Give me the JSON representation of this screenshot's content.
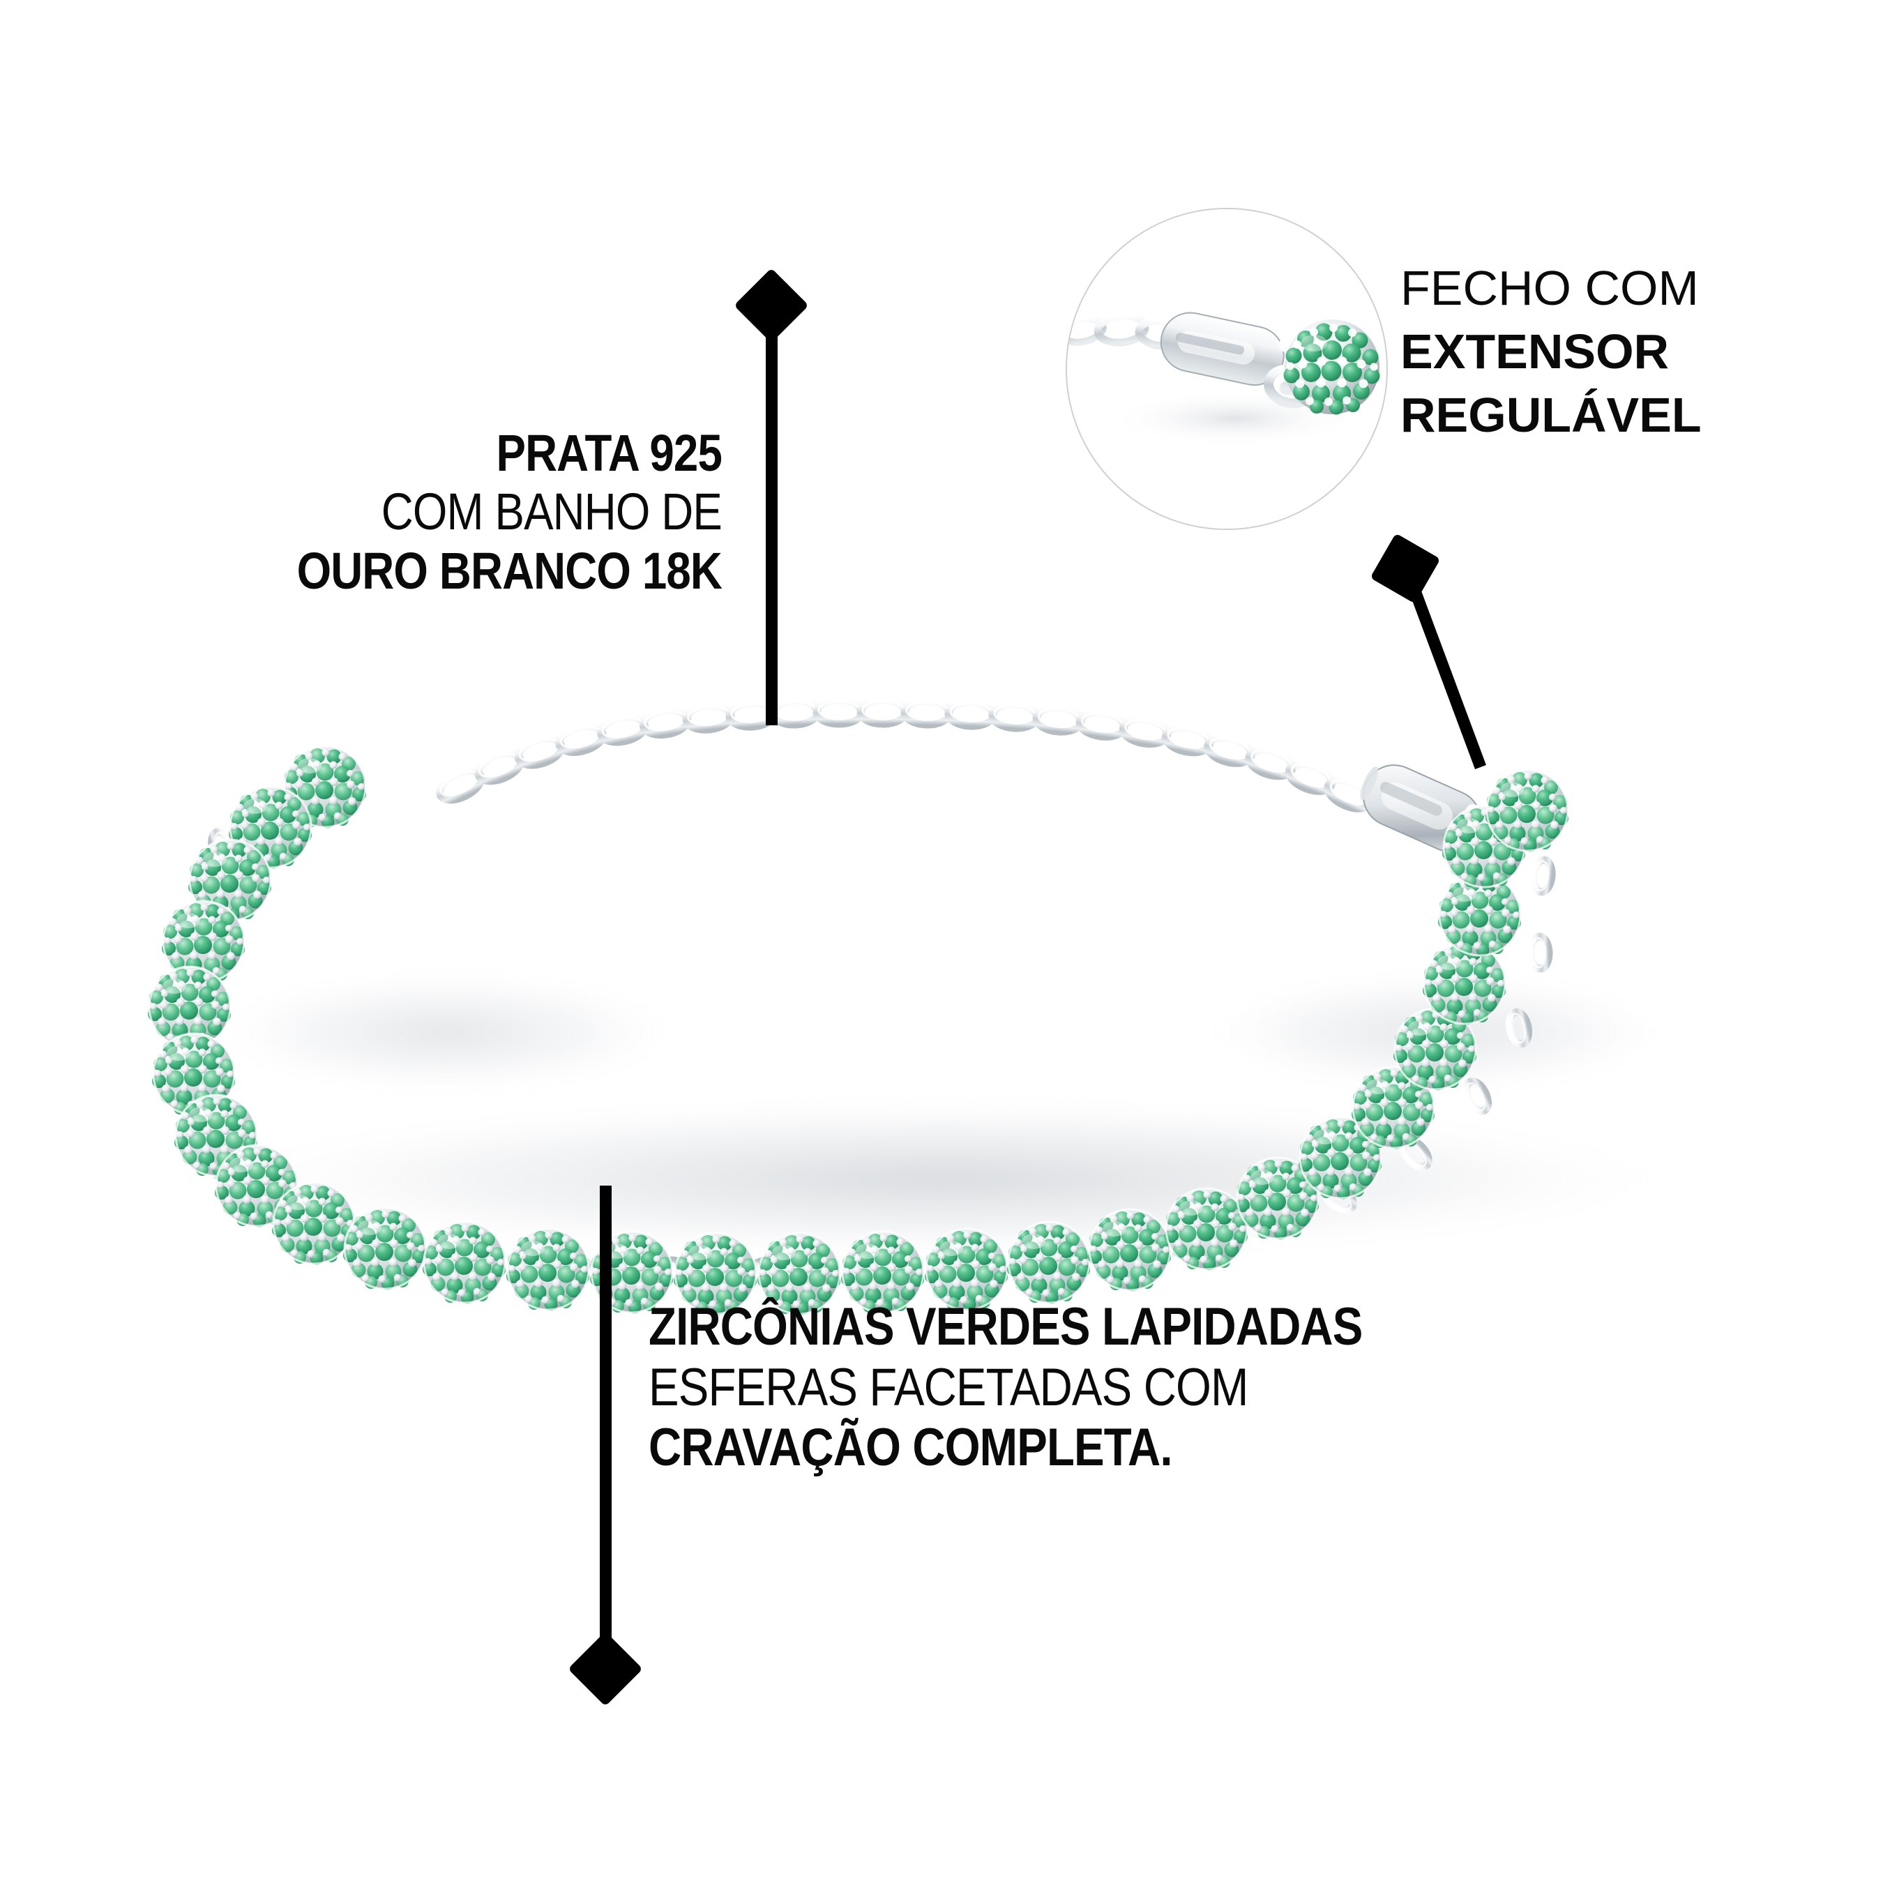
{
  "page": {
    "background": "#ffffff",
    "text_color": "#0a0a0a",
    "accent_green": "#3fae78",
    "metal_silver": "#d9dde0",
    "inset_border": "#cfcfcf"
  },
  "callouts": {
    "material": {
      "name": "material-callout",
      "line1": "PRATA 925",
      "line2": "COM BANHO DE",
      "line3": "OURO BRANCO 18K"
    },
    "clasp": {
      "name": "clasp-callout",
      "line1": "FECHO COM",
      "line2": "EXTENSOR",
      "line3": "REGULÁVEL"
    },
    "stones": {
      "name": "stones-callout",
      "line1": "ZIRCÔNIAS VERDES LAPIDADAS",
      "line2": "ESFERAS FACETADAS COM",
      "line3": "CRAVAÇÃO COMPLETA."
    }
  },
  "icons": {
    "pointer_material": "diamond-marker-icon",
    "pointer_clasp": "diamond-marker-icon",
    "pointer_stones": "diamond-marker-icon",
    "magnifier": "magnifier-circle-icon"
  },
  "product": {
    "name": "green-zirconia-beaded-bracelet",
    "bead_count": 26,
    "extension_chain_links": 17,
    "clasp_type": "lobster-clasp",
    "bead_stone_color": "#3fae78",
    "metal_color": "#e3e7ea"
  }
}
